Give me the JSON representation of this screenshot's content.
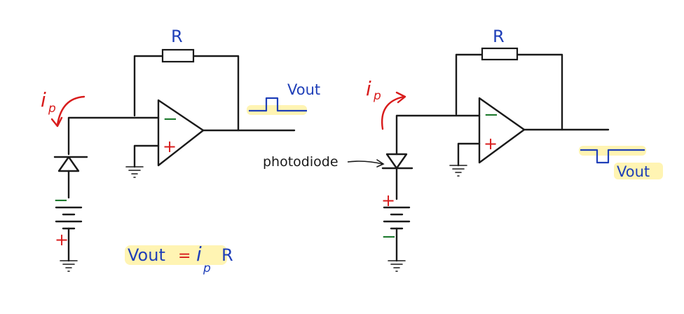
{
  "colors": {
    "wire": "#1a1a1a",
    "label_blue": "#1f3fb8",
    "label_red": "#d81c1c",
    "minus_green": "#1e7a2e",
    "highlight": "#fff2a6"
  },
  "left_circuit": {
    "resistor_label": "R",
    "current_label": "i",
    "current_sub": "p",
    "minus_sign": "−",
    "plus_sign": "+",
    "output_label": "Vout",
    "battery_minus": "−",
    "battery_plus": "+",
    "equation_lhs": "Vout",
    "equation_eq": "=",
    "equation_i": "i",
    "equation_sub": "p",
    "equation_r": "R"
  },
  "right_circuit": {
    "resistor_label": "R",
    "current_label": "i",
    "current_sub": "p",
    "minus_sign": "−",
    "plus_sign": "+",
    "output_label": "Vout",
    "battery_minus": "−",
    "battery_plus": "+",
    "diode_label": "photodiode"
  }
}
